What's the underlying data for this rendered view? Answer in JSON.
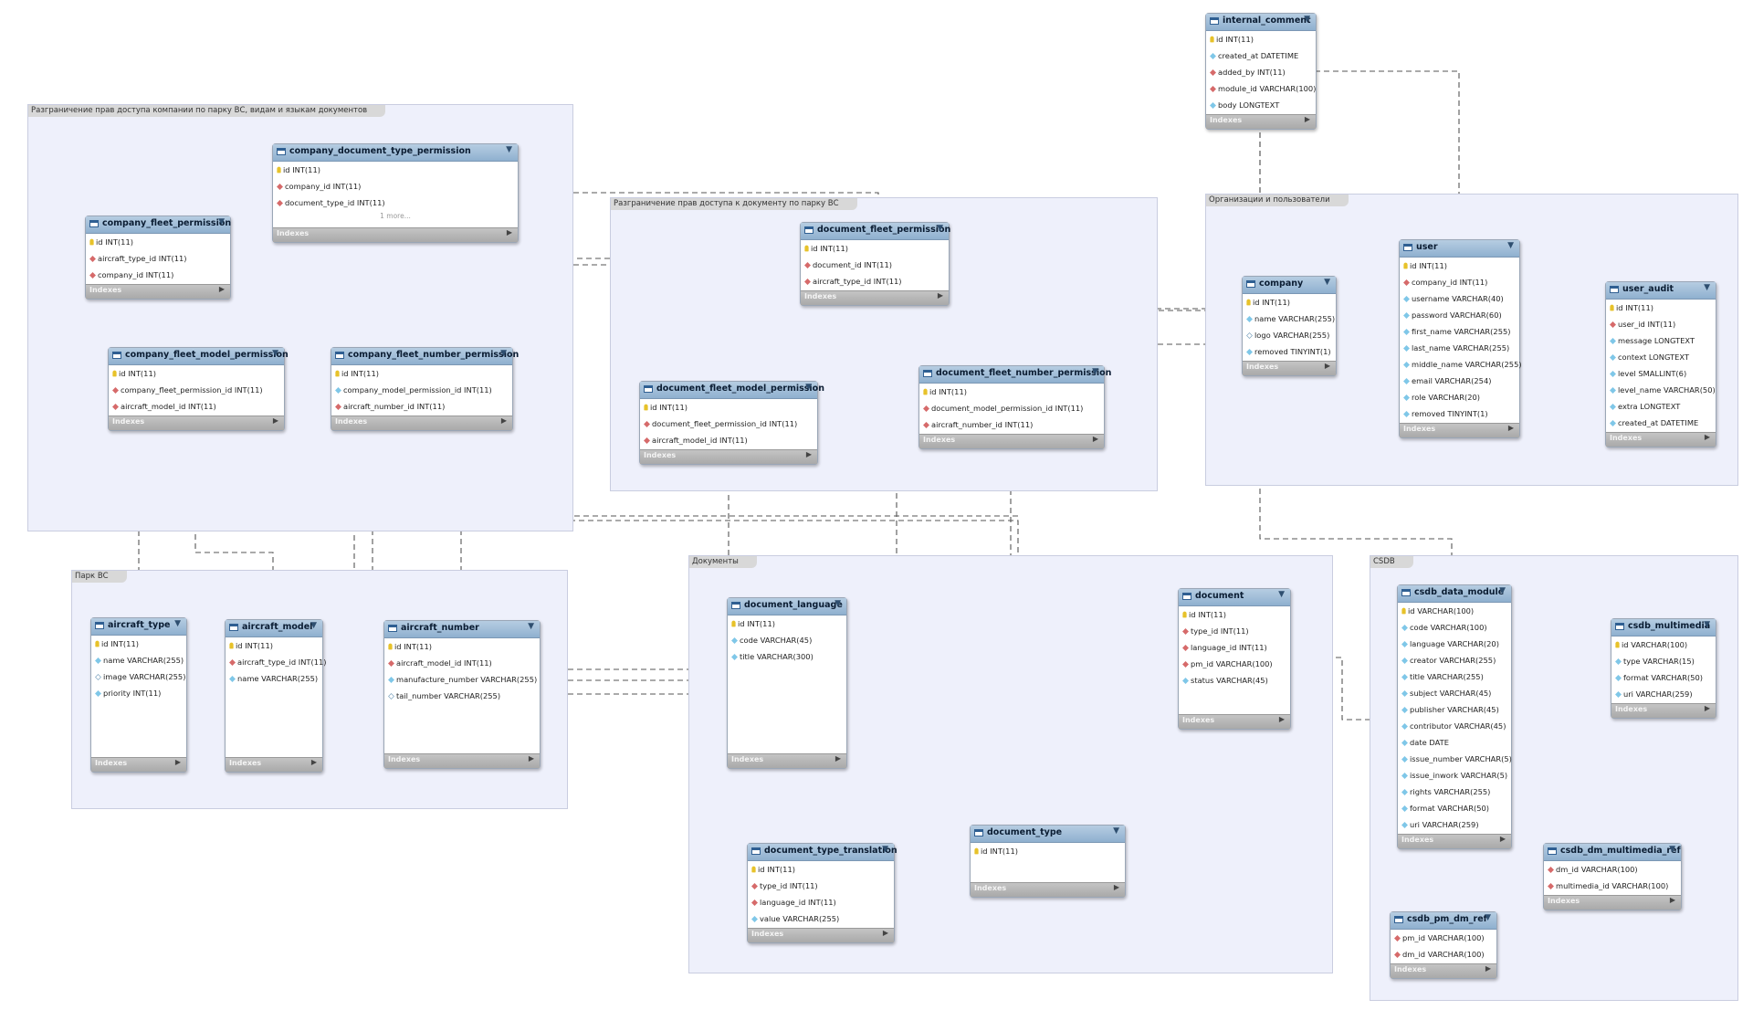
{
  "areas": [
    {
      "label": "Разграничение прав доступа компании по парку ВС, видам и языкам документов"
    },
    {
      "label": "Разграничение прав доступа к документу по парку ВС"
    },
    {
      "label": "Организации и пользователи"
    },
    {
      "label": "Парк ВС"
    },
    {
      "label": "Документы"
    },
    {
      "label": "CSDB"
    }
  ],
  "index_label": "Indexes",
  "tables": [
    {
      "name": "internal_comment",
      "columns": [
        {
          "text": "id INT(11)",
          "kind": "pk"
        },
        {
          "text": "created_at DATETIME",
          "kind": "col"
        },
        {
          "text": "added_by INT(11)",
          "kind": "fk"
        },
        {
          "text": "module_id VARCHAR(100)",
          "kind": "fk"
        },
        {
          "text": "body LONGTEXT",
          "kind": "col"
        }
      ]
    },
    {
      "name": "company_document_type_permission",
      "columns": [
        {
          "text": "id INT(11)",
          "kind": "pk"
        },
        {
          "text": "company_id INT(11)",
          "kind": "fk"
        },
        {
          "text": "document_type_id INT(11)",
          "kind": "fk"
        }
      ],
      "more": "1 more..."
    },
    {
      "name": "company_fleet_permission",
      "columns": [
        {
          "text": "id INT(11)",
          "kind": "pk"
        },
        {
          "text": "aircraft_type_id INT(11)",
          "kind": "fk"
        },
        {
          "text": "company_id INT(11)",
          "kind": "fk"
        }
      ]
    },
    {
      "name": "company_fleet_model_permission",
      "columns": [
        {
          "text": "id INT(11)",
          "kind": "pk"
        },
        {
          "text": "company_fleet_permission_id INT(11)",
          "kind": "fk"
        },
        {
          "text": "aircraft_model_id INT(11)",
          "kind": "fk"
        }
      ]
    },
    {
      "name": "company_fleet_number_permission",
      "columns": [
        {
          "text": "id INT(11)",
          "kind": "pk"
        },
        {
          "text": "company_model_permission_id INT(11)",
          "kind": "col"
        },
        {
          "text": "aircraft_number_id INT(11)",
          "kind": "fk"
        }
      ]
    },
    {
      "name": "document_fleet_permission",
      "columns": [
        {
          "text": "id INT(11)",
          "kind": "pk"
        },
        {
          "text": "document_id INT(11)",
          "kind": "fk"
        },
        {
          "text": "aircraft_type_id INT(11)",
          "kind": "fk"
        }
      ]
    },
    {
      "name": "document_fleet_model_permission",
      "columns": [
        {
          "text": "id INT(11)",
          "kind": "pk"
        },
        {
          "text": "document_fleet_permission_id INT(11)",
          "kind": "fk"
        },
        {
          "text": "aircraft_model_id INT(11)",
          "kind": "fk"
        }
      ]
    },
    {
      "name": "document_fleet_number_permission",
      "columns": [
        {
          "text": "id INT(11)",
          "kind": "pk"
        },
        {
          "text": "document_model_permission_id INT(11)",
          "kind": "fk"
        },
        {
          "text": "aircraft_number_id INT(11)",
          "kind": "fk"
        }
      ]
    },
    {
      "name": "company",
      "columns": [
        {
          "text": "id INT(11)",
          "kind": "pk"
        },
        {
          "text": "name VARCHAR(255)",
          "kind": "col"
        },
        {
          "text": "logo VARCHAR(255)",
          "kind": "nn"
        },
        {
          "text": "removed TINYINT(1)",
          "kind": "col"
        }
      ]
    },
    {
      "name": "user",
      "columns": [
        {
          "text": "id INT(11)",
          "kind": "pk"
        },
        {
          "text": "company_id INT(11)",
          "kind": "fk"
        },
        {
          "text": "username VARCHAR(40)",
          "kind": "col"
        },
        {
          "text": "password VARCHAR(60)",
          "kind": "col"
        },
        {
          "text": "first_name VARCHAR(255)",
          "kind": "col"
        },
        {
          "text": "last_name VARCHAR(255)",
          "kind": "col"
        },
        {
          "text": "middle_name VARCHAR(255)",
          "kind": "col"
        },
        {
          "text": "email VARCHAR(254)",
          "kind": "col"
        },
        {
          "text": "role VARCHAR(20)",
          "kind": "col"
        },
        {
          "text": "removed TINYINT(1)",
          "kind": "col"
        }
      ]
    },
    {
      "name": "user_audit",
      "columns": [
        {
          "text": "id INT(11)",
          "kind": "pk"
        },
        {
          "text": "user_id INT(11)",
          "kind": "fk"
        },
        {
          "text": "message LONGTEXT",
          "kind": "col"
        },
        {
          "text": "context LONGTEXT",
          "kind": "col"
        },
        {
          "text": "level SMALLINT(6)",
          "kind": "col"
        },
        {
          "text": "level_name VARCHAR(50)",
          "kind": "col"
        },
        {
          "text": "extra LONGTEXT",
          "kind": "col"
        },
        {
          "text": "created_at DATETIME",
          "kind": "col"
        }
      ]
    },
    {
      "name": "aircraft_type",
      "columns": [
        {
          "text": "id INT(11)",
          "kind": "pk"
        },
        {
          "text": "name VARCHAR(255)",
          "kind": "col"
        },
        {
          "text": "image VARCHAR(255)",
          "kind": "nn"
        },
        {
          "text": "priority INT(11)",
          "kind": "col"
        }
      ]
    },
    {
      "name": "aircraft_model",
      "columns": [
        {
          "text": "id INT(11)",
          "kind": "pk"
        },
        {
          "text": "aircraft_type_id INT(11)",
          "kind": "fk"
        },
        {
          "text": "name VARCHAR(255)",
          "kind": "col"
        }
      ]
    },
    {
      "name": "aircraft_number",
      "columns": [
        {
          "text": "id INT(11)",
          "kind": "pk"
        },
        {
          "text": "aircraft_model_id INT(11)",
          "kind": "fk"
        },
        {
          "text": "manufacture_number VARCHAR(255)",
          "kind": "col"
        },
        {
          "text": "tail_number VARCHAR(255)",
          "kind": "nn"
        }
      ]
    },
    {
      "name": "document_language",
      "columns": [
        {
          "text": "id INT(11)",
          "kind": "pk"
        },
        {
          "text": "code VARCHAR(45)",
          "kind": "col"
        },
        {
          "text": "title VARCHAR(300)",
          "kind": "col"
        }
      ]
    },
    {
      "name": "document",
      "columns": [
        {
          "text": "id INT(11)",
          "kind": "pk"
        },
        {
          "text": "type_id INT(11)",
          "kind": "fk"
        },
        {
          "text": "language_id INT(11)",
          "kind": "fk"
        },
        {
          "text": "pm_id VARCHAR(100)",
          "kind": "fk"
        },
        {
          "text": "status VARCHAR(45)",
          "kind": "col"
        }
      ]
    },
    {
      "name": "document_type_translation",
      "columns": [
        {
          "text": "id INT(11)",
          "kind": "pk"
        },
        {
          "text": "type_id INT(11)",
          "kind": "fk"
        },
        {
          "text": "language_id INT(11)",
          "kind": "fk"
        },
        {
          "text": "value VARCHAR(255)",
          "kind": "col"
        }
      ]
    },
    {
      "name": "document_type",
      "columns": [
        {
          "text": "id INT(11)",
          "kind": "pk"
        }
      ]
    },
    {
      "name": "csdb_data_module",
      "columns": [
        {
          "text": "id VARCHAR(100)",
          "kind": "pk"
        },
        {
          "text": "code VARCHAR(100)",
          "kind": "col"
        },
        {
          "text": "language VARCHAR(20)",
          "kind": "col"
        },
        {
          "text": "creator VARCHAR(255)",
          "kind": "col"
        },
        {
          "text": "title VARCHAR(255)",
          "kind": "col"
        },
        {
          "text": "subject VARCHAR(45)",
          "kind": "col"
        },
        {
          "text": "publisher VARCHAR(45)",
          "kind": "col"
        },
        {
          "text": "contributor VARCHAR(45)",
          "kind": "col"
        },
        {
          "text": "date DATE",
          "kind": "col"
        },
        {
          "text": "issue_number VARCHAR(5)",
          "kind": "col"
        },
        {
          "text": "issue_inwork VARCHAR(5)",
          "kind": "col"
        },
        {
          "text": "rights VARCHAR(255)",
          "kind": "col"
        },
        {
          "text": "format VARCHAR(50)",
          "kind": "col"
        },
        {
          "text": "uri VARCHAR(259)",
          "kind": "col"
        }
      ]
    },
    {
      "name": "csdb_multimedia",
      "columns": [
        {
          "text": "id VARCHAR(100)",
          "kind": "pk"
        },
        {
          "text": "type VARCHAR(15)",
          "kind": "col"
        },
        {
          "text": "format VARCHAR(50)",
          "kind": "col"
        },
        {
          "text": "uri VARCHAR(259)",
          "kind": "col"
        }
      ]
    },
    {
      "name": "csdb_dm_multimedia_ref",
      "columns": [
        {
          "text": "dm_id VARCHAR(100)",
          "kind": "fk"
        },
        {
          "text": "multimedia_id VARCHAR(100)",
          "kind": "fk"
        }
      ]
    },
    {
      "name": "csdb_pm_dm_ref",
      "columns": [
        {
          "text": "pm_id VARCHAR(100)",
          "kind": "fk"
        },
        {
          "text": "dm_id VARCHAR(100)",
          "kind": "fk"
        }
      ]
    }
  ]
}
